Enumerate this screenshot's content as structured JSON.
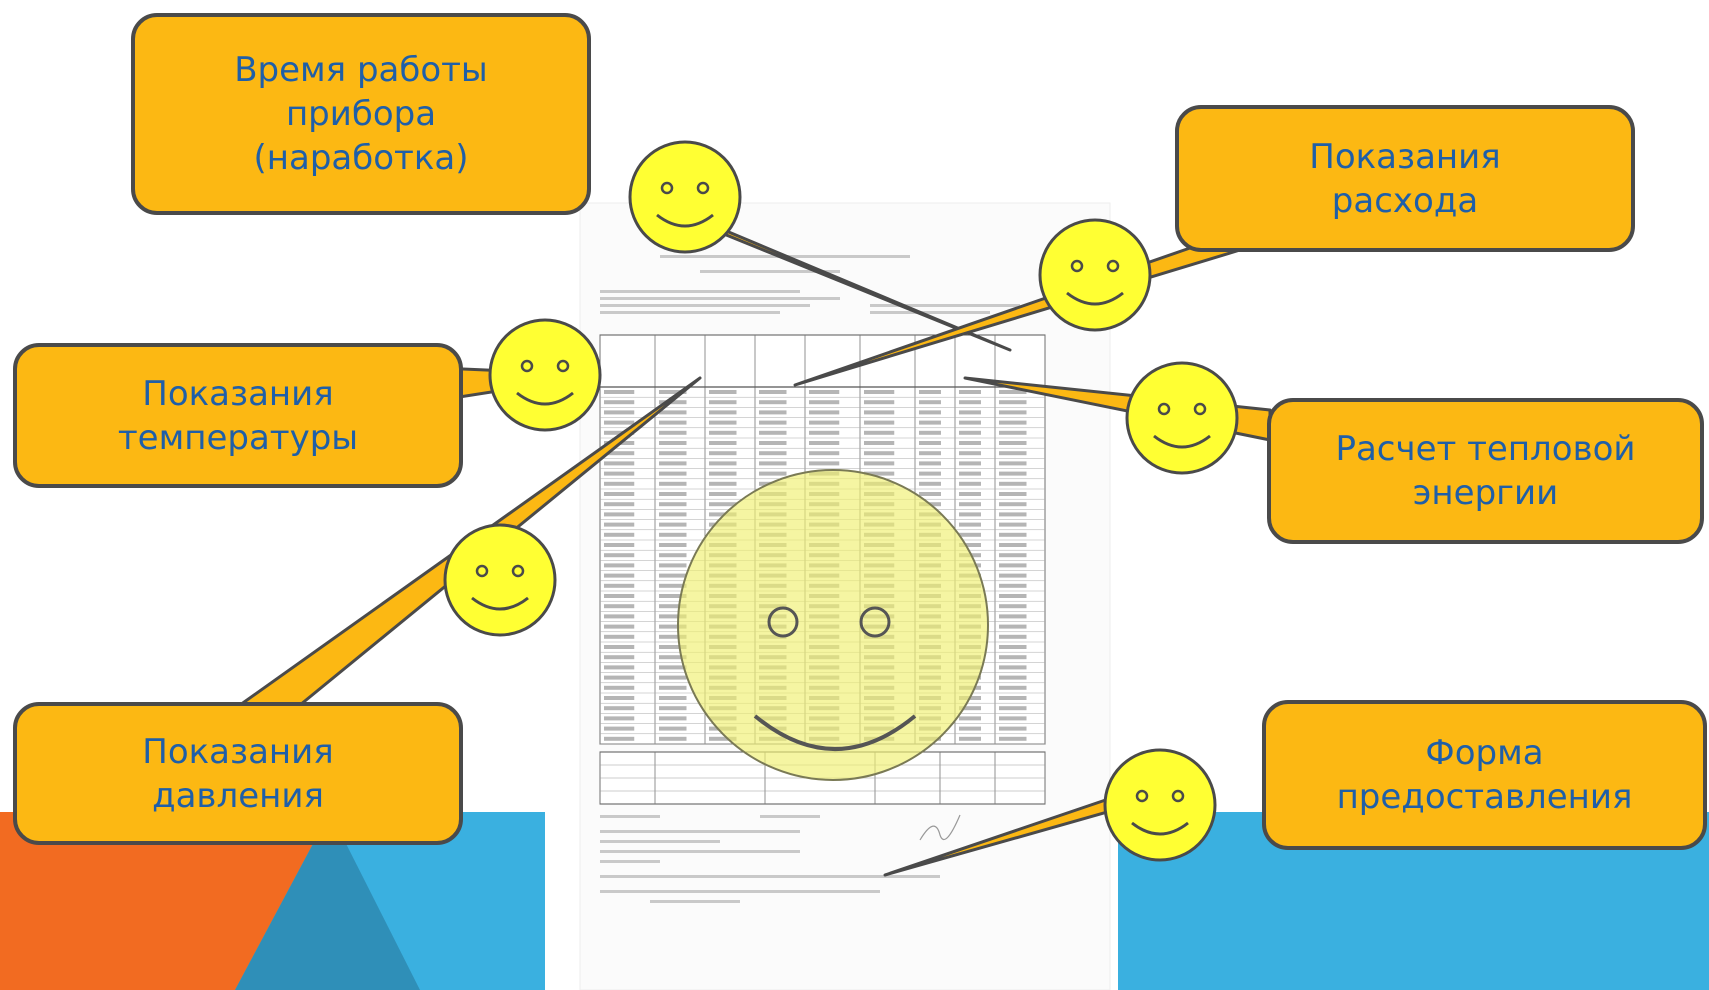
{
  "callouts": {
    "runtime": [
      "Время работы",
      "прибора",
      "(наработка)"
    ],
    "flow": [
      "Показания",
      "расхода"
    ],
    "temperature": [
      "Показания",
      "температуры"
    ],
    "heat": [
      "Расчет тепловой",
      "энергии"
    ],
    "pressure": [
      "Показания",
      "давления"
    ],
    "form": [
      "Форма",
      "предоставления"
    ]
  },
  "colors": {
    "callout_fill": "#fcb813",
    "callout_border": "#4a4a4a",
    "callout_text": "#1f5fa8",
    "smiley_fill": "#ffff33",
    "big_smiley_fill": "#f0f070",
    "band_orange": "#f26b21",
    "band_blue": "#3ab0e0",
    "band_blue_dark": "#2f8fb8"
  },
  "icons": [
    "smiley-icon"
  ]
}
